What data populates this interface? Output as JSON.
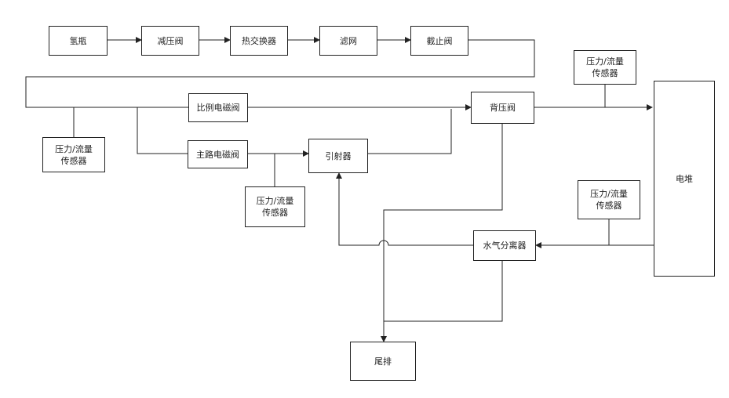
{
  "labels": {
    "hydrogen_source": "氢瓶",
    "pressure_reducing_valve": "减压阀",
    "heat_exchanger": "热交换器",
    "filter": "滤网",
    "shutoff_valve": "截止阀",
    "proportional_valve": "比例电磁阀",
    "main_valve": "主路电磁阀",
    "ejector": "引射器",
    "back_pressure_valve": "背压阀",
    "sensor": "压力/流量\n传感器",
    "stack": "电堆",
    "water_separator": "水气分离器",
    "exhaust": "尾排"
  },
  "colors": {
    "line": "#222222",
    "box_border": "#222222",
    "background": "#ffffff"
  }
}
